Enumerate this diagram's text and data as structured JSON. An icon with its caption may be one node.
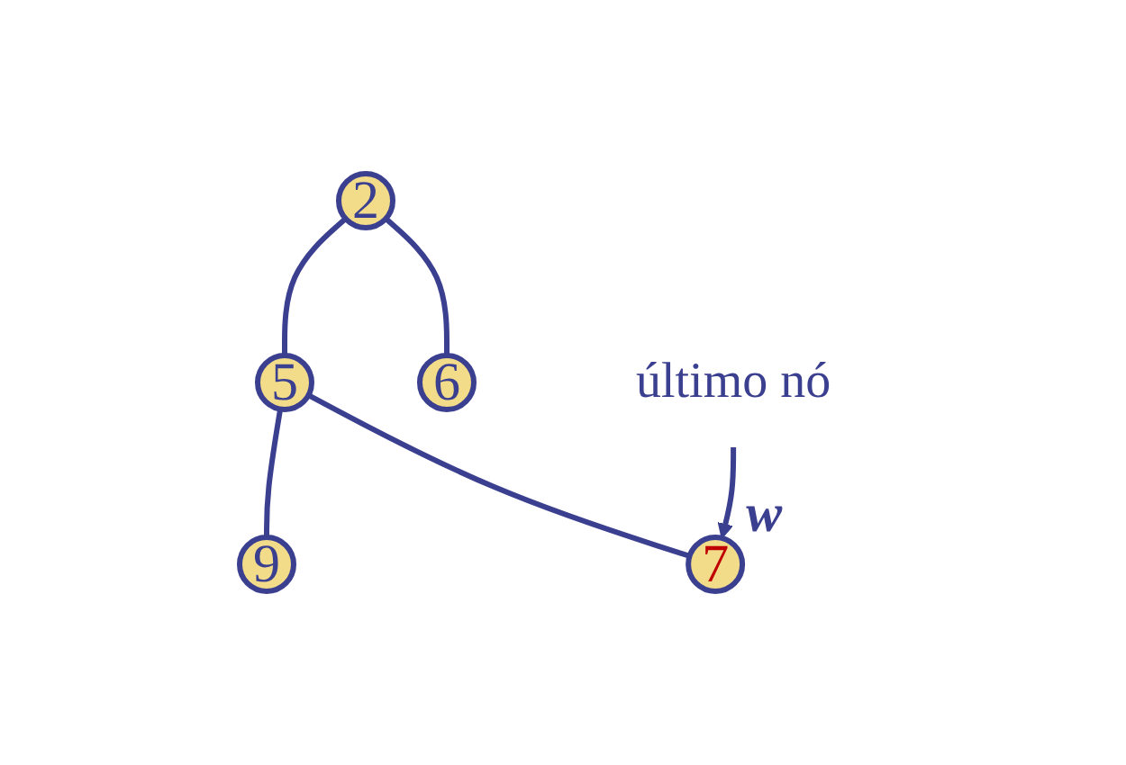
{
  "diagram": {
    "nodes": [
      {
        "text": [
          "2"
        ]
      },
      {
        "text": [
          "5"
        ]
      },
      {
        "text": [
          "6"
        ]
      },
      {
        "text": [
          "9"
        ]
      },
      {
        "text": [
          "7"
        ],
        "beside": [
          "w"
        ]
      },
      {
        "text": [
          "último nó"
        ]
      }
    ],
    "edges": [
      {
        "from": 0,
        "to": 1,
        "arrow": "none"
      },
      {
        "from": 0,
        "to": 2,
        "arrow": "none"
      },
      {
        "from": 1,
        "to": 3,
        "arrow": "none"
      },
      {
        "from": 1,
        "to": 4,
        "arrow": "none"
      },
      {
        "from": 5,
        "to": 4,
        "arrow": "to"
      }
    ]
  }
}
